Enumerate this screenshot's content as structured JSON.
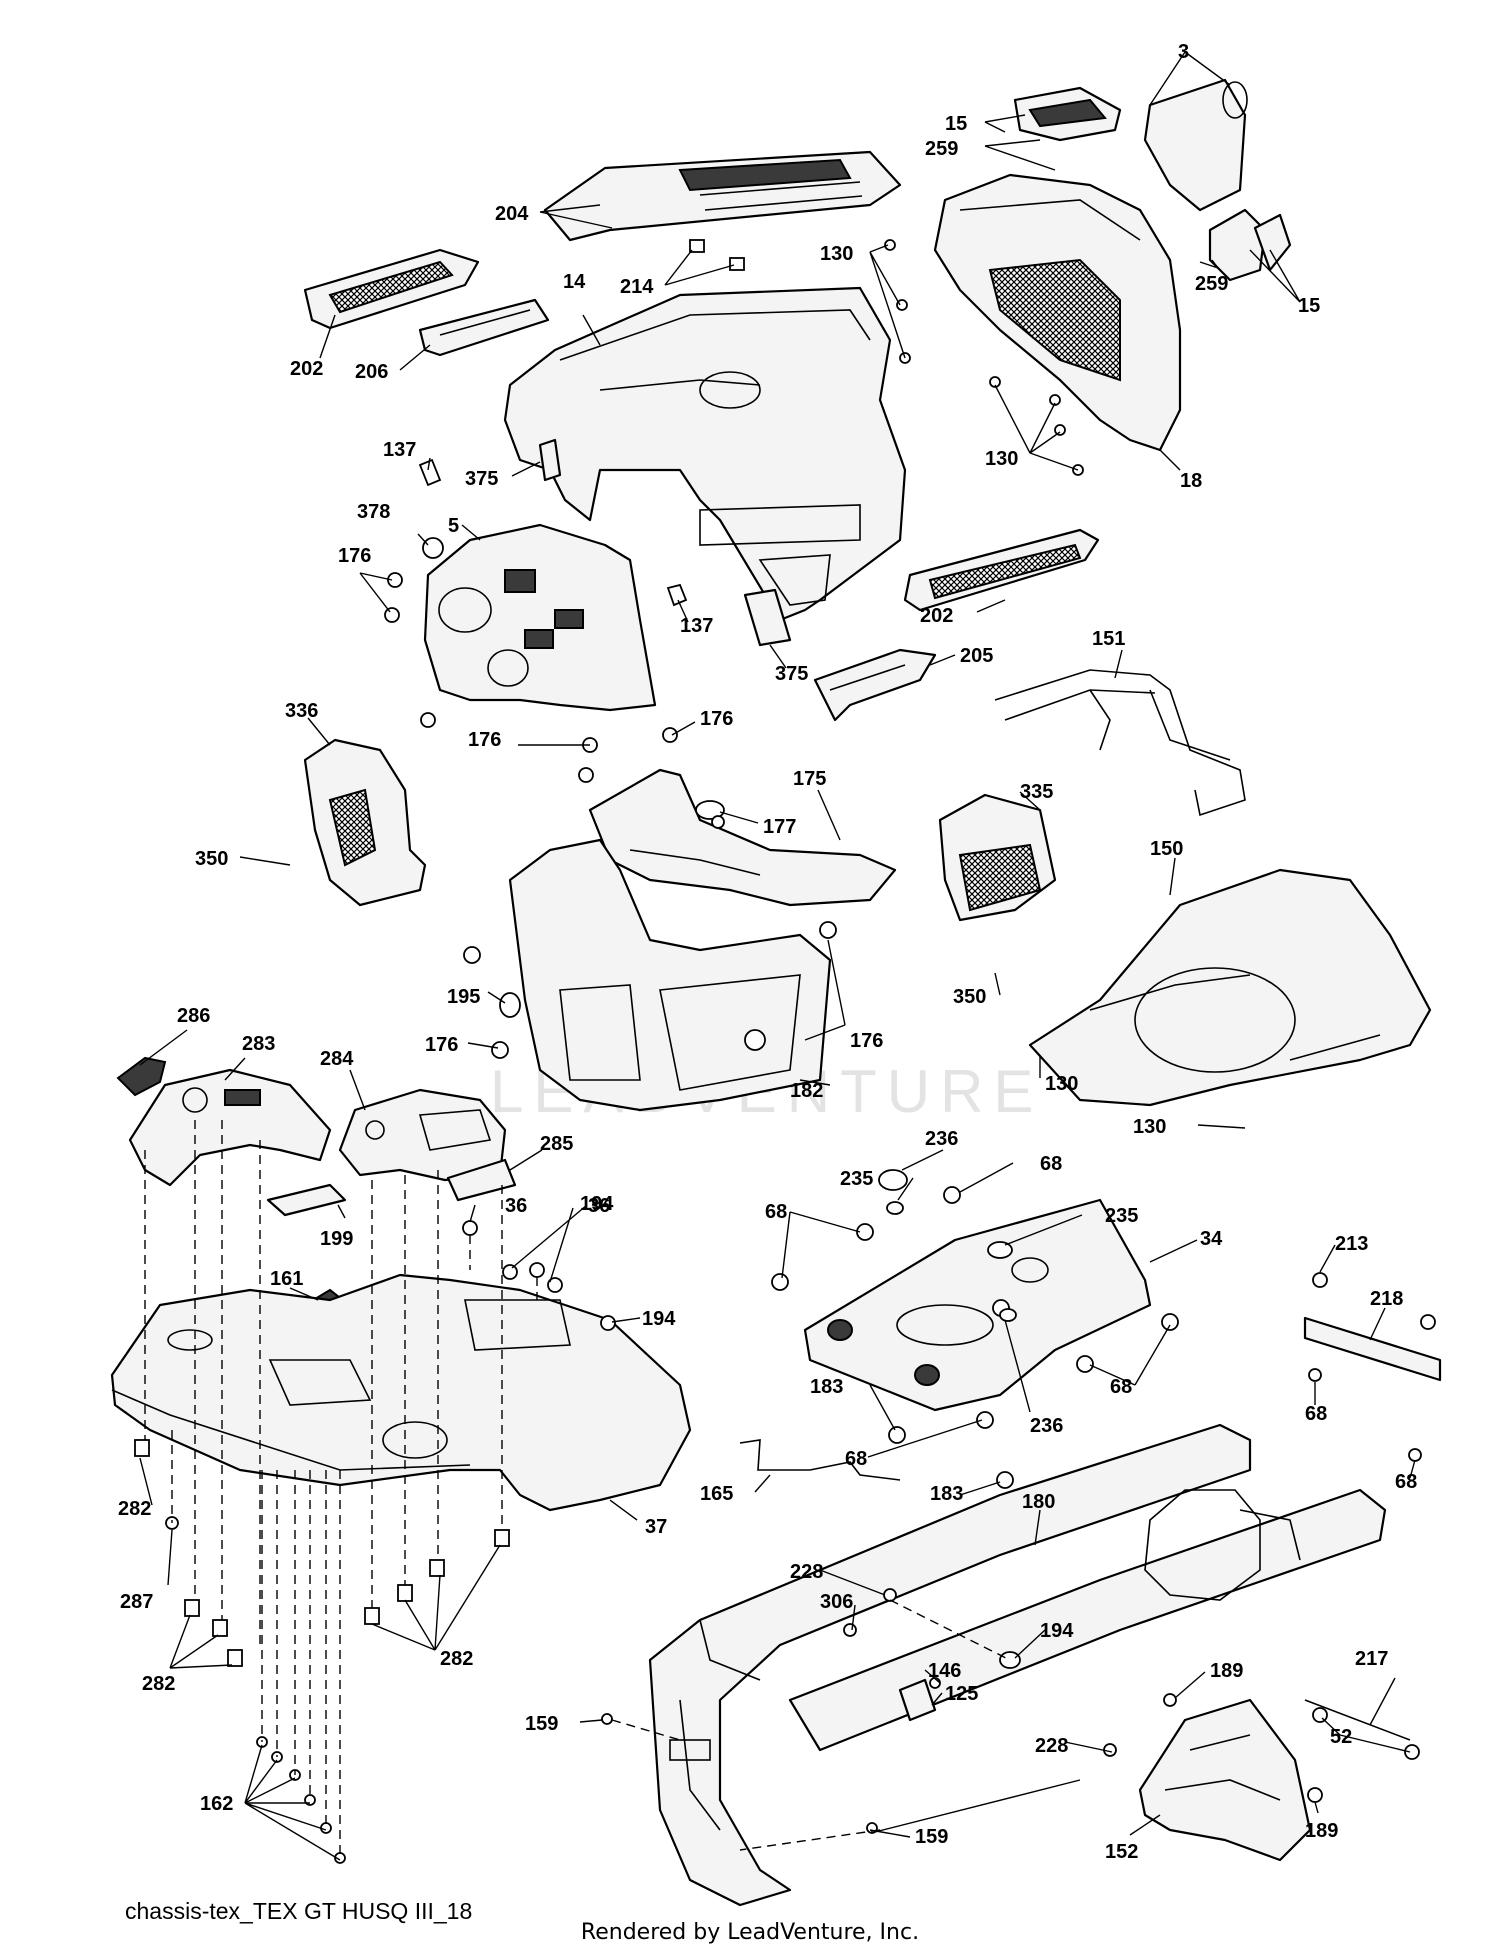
{
  "watermark": "LEADVENTURE",
  "caption": "chassis-tex_TEX GT HUSQ III_18",
  "footer": "Rendered by LeadVenture, Inc.",
  "labels": {
    "l3": "3",
    "l15a": "15",
    "l259a": "259",
    "l204": "204",
    "l214": "214",
    "l130a": "130",
    "l259b": "259",
    "l15b": "15",
    "l202a": "202",
    "l206": "206",
    "l14": "14",
    "l130b": "130",
    "l18": "18",
    "l137a": "137",
    "l375a": "375",
    "l378": "378",
    "l5": "5",
    "l176a": "176",
    "l137b": "137",
    "l202b": "202",
    "l375b": "375",
    "l205": "205",
    "l151": "151",
    "l176b": "176",
    "l336": "336",
    "l176c": "176",
    "l175": "175",
    "l177": "177",
    "l335": "335",
    "l350a": "350",
    "l150": "150",
    "l195": "195",
    "l176d": "176",
    "l176e": "176",
    "l350b": "350",
    "l286": "286",
    "l283": "283",
    "l130c": "130",
    "l182": "182",
    "l284": "284",
    "l130d": "130",
    "l285": "285",
    "l236a": "236",
    "l235a": "235",
    "l68a": "68",
    "l68b": "68",
    "l235b": "235",
    "l194a": "194",
    "l36a": "36",
    "l36b": "36",
    "l199": "199",
    "l34": "34",
    "l213": "213",
    "l161": "161",
    "l194b": "194",
    "l218": "218",
    "l68c": "68",
    "l183a": "183",
    "l236b": "236",
    "l68d": "68",
    "l68e": "68",
    "l68f": "68",
    "l183b": "183",
    "l165": "165",
    "l282a": "282",
    "l180": "180",
    "l37": "37",
    "l287": "287",
    "l228a": "228",
    "l306": "306",
    "l194c": "194",
    "l282b": "282",
    "l282c": "282",
    "l146": "146",
    "l217": "217",
    "l189a": "189",
    "l125": "125",
    "l159a": "159",
    "l228b": "228",
    "l52": "52",
    "l162": "162",
    "l189b": "189",
    "l152": "152",
    "l159b": "159"
  }
}
